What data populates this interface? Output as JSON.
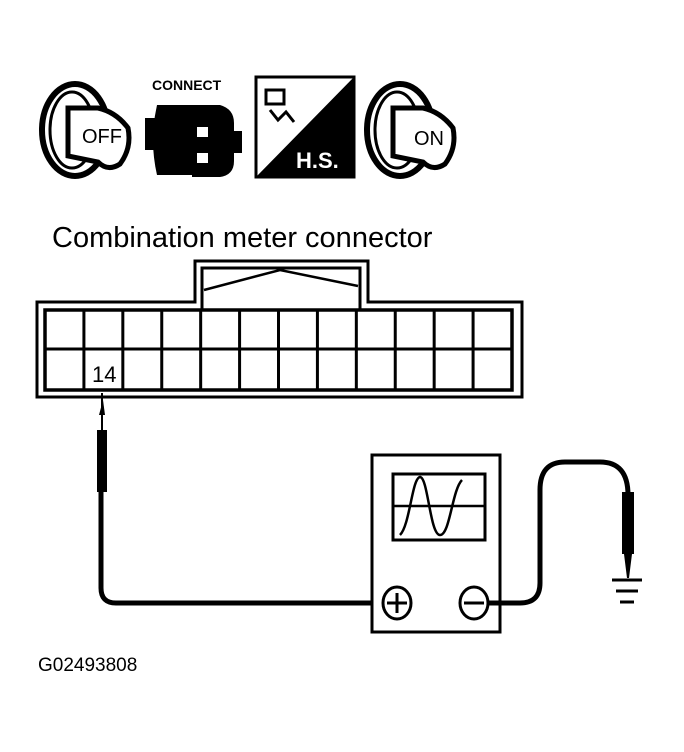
{
  "icons": {
    "key_off_label": "OFF",
    "connect_label": "CONNECT",
    "harness_label": "H.S.",
    "key_on_label": "ON"
  },
  "connector": {
    "title": "Combination meter connector",
    "terminal_label": "14"
  },
  "figure_code": "G02493808"
}
